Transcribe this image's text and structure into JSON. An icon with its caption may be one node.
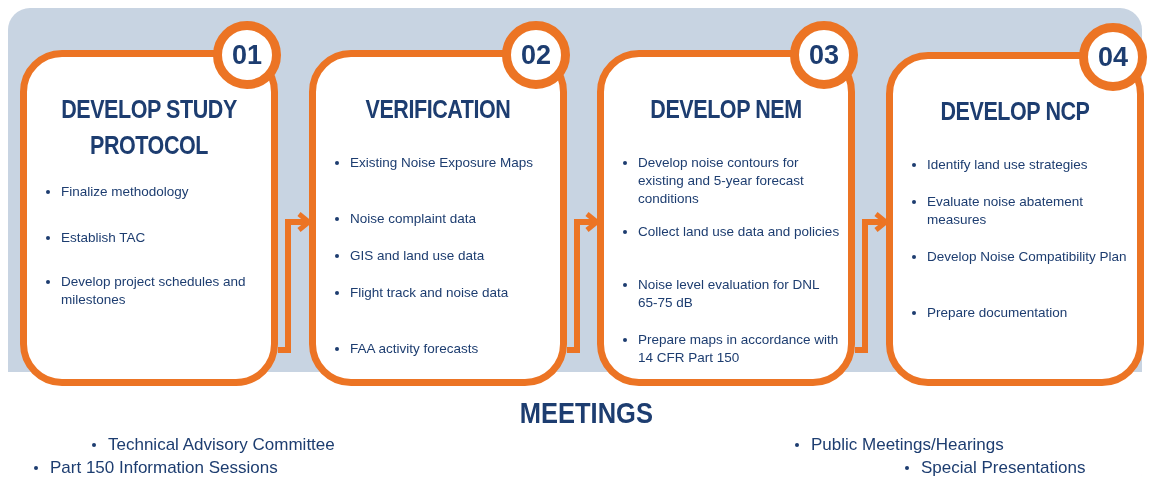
{
  "diagram": {
    "nodes": [
      {
        "text": [
          "01",
          "DEVELOP STUDY PROTOCOL",
          "Finalize methodology",
          "Establish TAC",
          "Develop project schedules and milestones"
        ]
      },
      {
        "text": [
          "02",
          "VERIFICATION",
          "Existing Noise Exposure Maps",
          "Noise complaint data",
          "GIS and land use data",
          "Flight track and noise data",
          "FAA activity forecasts"
        ]
      },
      {
        "text": [
          "03",
          "DEVELOP NEM",
          "Develop noise contours for existing and 5-year forecast conditions",
          "Collect land use data and policies",
          "Noise level evaluation for DNL 65-75 dB",
          "Prepare maps in accordance with 14 CFR Part 150"
        ]
      },
      {
        "text": [
          "04",
          "DEVELOP NCP",
          "Identify land use strategies",
          "Evaluate noise abatement measures",
          "Develop Noise Compatibility Plan",
          "Prepare documentation"
        ]
      },
      {
        "text": [
          "MEETINGS",
          "Technical Advisory Committee",
          "Public Meetings/Hearings",
          "Part 150 Information Sessions",
          "Special Presentations"
        ]
      }
    ],
    "edges": [
      {
        "from": 0,
        "to": 1,
        "arrow": "to"
      },
      {
        "from": 1,
        "to": 2,
        "arrow": "to"
      },
      {
        "from": 2,
        "to": 3,
        "arrow": "to"
      }
    ]
  }
}
